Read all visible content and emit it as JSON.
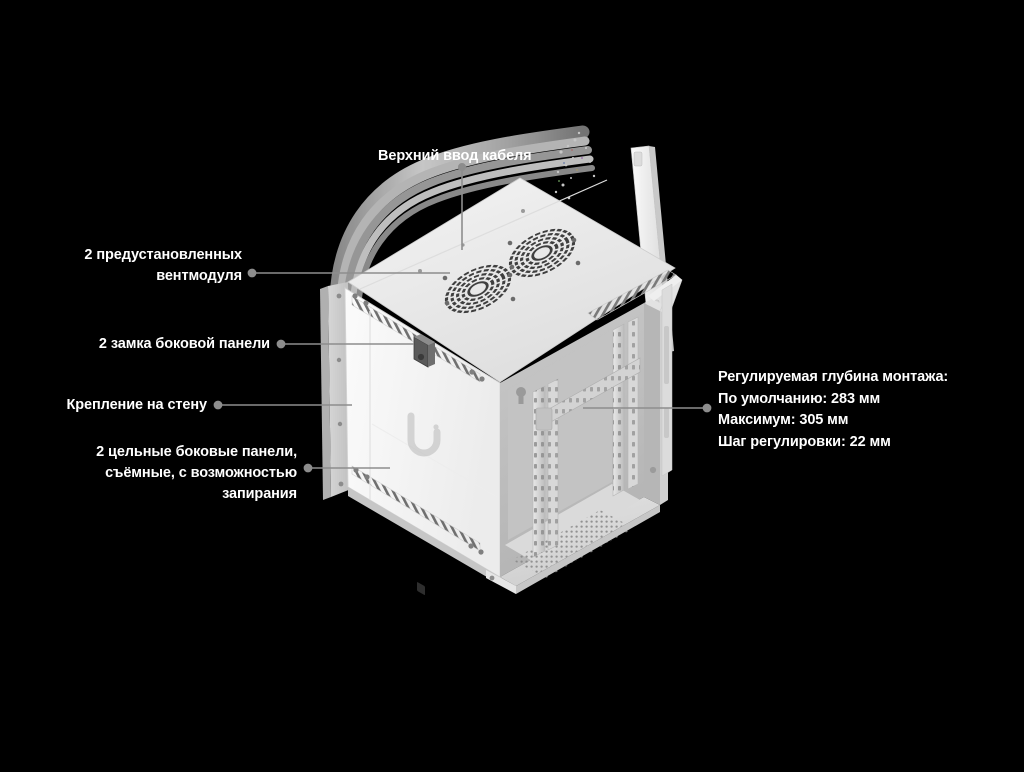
{
  "meta": {
    "background_color": "#000000",
    "text_color": "#ffffff",
    "leader_line_color": "#8d8d8d",
    "product": "Wall-mount network rack enclosure",
    "brand_logo": "ubiquiti-u-logo"
  },
  "callouts": {
    "top_cable_entry": {
      "label": "Верхний ввод кабеля",
      "name": "callout-top-cable-entry"
    },
    "fan_modules": {
      "label": "2 предустановленных\nвентмодуля",
      "name": "callout-fan-modules"
    },
    "side_panel_locks": {
      "label": "2 замка боковой панели",
      "name": "callout-side-panel-locks"
    },
    "wall_mount": {
      "label": "Крепление на стену",
      "name": "callout-wall-mount"
    },
    "side_panels": {
      "label": "2 цельные боковые панели,\nсъёмные, с возможностью\nзапирания",
      "name": "callout-side-panels"
    }
  },
  "spec": {
    "title": "Регулируемая глубина монтажа:",
    "lines": [
      "По умолчанию: 283 мм",
      "Максимум: 305 мм",
      "Шаг регулировки: 22 мм"
    ],
    "default_depth": "По умолчанию: 283 мм",
    "maximum_depth": "Максимум: 305 мм",
    "adjustment_step": "Шаг регулировки: 22 мм"
  }
}
